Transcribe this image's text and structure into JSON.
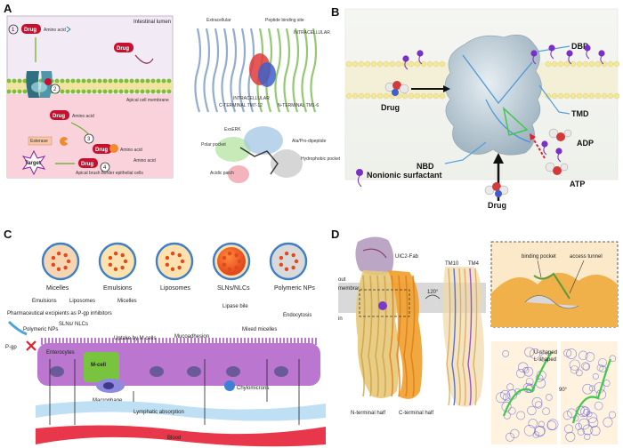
{
  "panels": {
    "a": {
      "letter": "A",
      "intestinal_lumen": "Intestinal lumen",
      "apical_membrane": "Apical cell membrane",
      "brush_border": "Apical brush border epithelial cells",
      "drug": "Drug",
      "amino_acid": "Amino acid",
      "esterase": "Esterase",
      "target": "Target",
      "steps": [
        "1",
        "2",
        "3",
        "4"
      ],
      "protein_labels": {
        "n_terminal": "N-TERMINAL TM1-6",
        "c_terminal": "C-TERMINAL TM7-12",
        "intracellular_1": "INTRACELLULAR",
        "intracellular_2": "INTRACELLULAR",
        "top_left": "Extracellular",
        "top_right": "Peptide binding site"
      },
      "pocket_labels": {
        "exxerk": "ExxERK",
        "polar": "Polar pocket",
        "acidic": "Acidic patch",
        "alapro": "Ala/Pro-dipeptide",
        "hydrophobic": "Hydrophobic pocket"
      }
    },
    "b": {
      "letter": "B",
      "dbd": "DBD",
      "tmd": "TMD",
      "nbd": "NBD",
      "adp": "ADP",
      "atp": "ATP",
      "drug_left": "Drug",
      "drug_bottom": "Drug",
      "surfactant": "Nonionic surfactant"
    },
    "c": {
      "letter": "C",
      "carriers": [
        "Micelles",
        "Emulsions",
        "Liposomes",
        "SLNs/NLCs",
        "Polymeric NPs"
      ],
      "excipients": "Pharmaceutical excipients as P-gp inhibitors",
      "pgp": "P-gp",
      "emulsions": "Emulsions",
      "polymeric_nps": "Polymeric NPs",
      "liposomes": "Liposomes",
      "slns": "SLNs/ NLCs",
      "micelles": "Micelles",
      "lipase": "Lipase bile",
      "uptake_m": "Uptake by M cells",
      "mucoadhesion": "Mucoadhesion",
      "mixed_micelles": "Mixed micelles",
      "endocytosis": "Endocytosis",
      "enterocytes": "Enterocytes",
      "m_cell": "M-cell",
      "macrophage": "Macrophage",
      "chylomicrons": "Chylomicrons",
      "lymphatic": "Lymphatic absorption",
      "blood": "Blood"
    },
    "d": {
      "letter": "D",
      "fab": "UIC2-Fab",
      "out": "out",
      "membrane": "membrane",
      "in": "in",
      "rot120": "120°",
      "rot90": "90°",
      "tm10": "TM10",
      "tm4": "TM4",
      "n_half": "N-terminal half",
      "c_half": "C-terminal half",
      "binding_pocket": "binding pocket",
      "access_tunnel": "access tunnel",
      "u_shaped": "U-shaped",
      "l_shaped": "L-shaped"
    }
  },
  "colors": {
    "lumen": "#f2eaf4",
    "cell_pink": "#f9d2dc",
    "drug_red": "#c8102e",
    "membrane_yellow": "#f1e3a2",
    "protein_surface": "#c6d6de",
    "enterocyte": "#bb77cf",
    "mcell_green": "#78c43e",
    "lymph_blue": "#bfe0f4",
    "blood_red": "#e8374a",
    "cryo_orange": "#f0a02a"
  }
}
